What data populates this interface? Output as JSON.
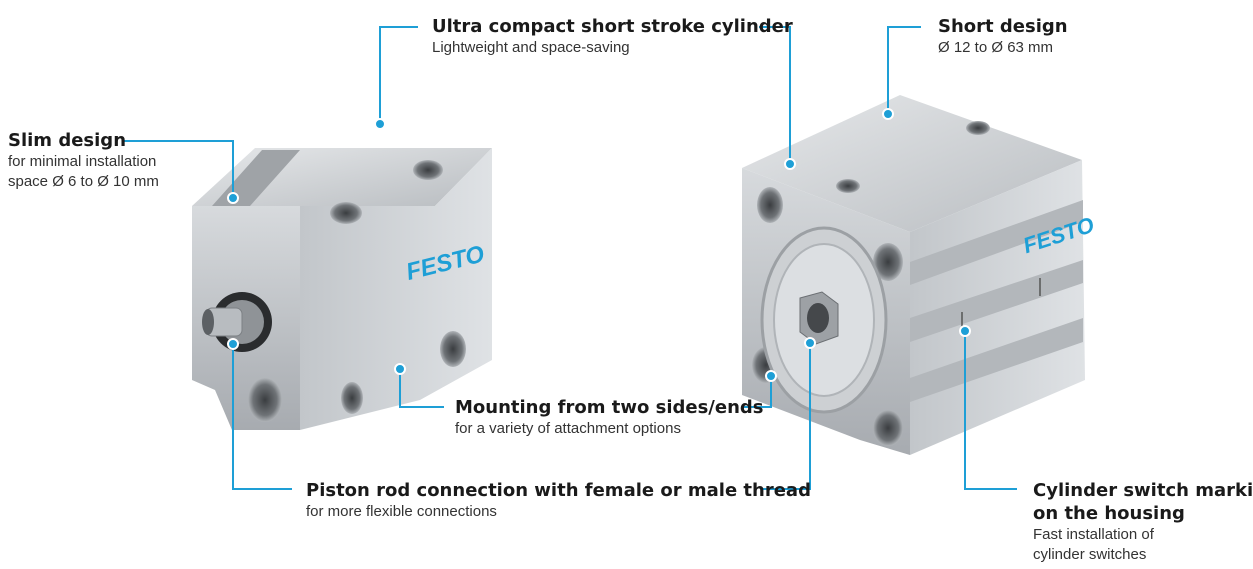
{
  "colors": {
    "callout_line": "#1e9fd6",
    "brand_text": "#1e9fd6",
    "housing": "#c9ccd0",
    "text": "#1a1a1a"
  },
  "brand": "FESTO",
  "callouts": {
    "ultra_compact": {
      "title": "Ultra compact short stroke cylinder",
      "subtitle": "Lightweight and space-saving"
    },
    "short_design": {
      "title": "Short design",
      "subtitle": "Ø 12 to Ø 63 mm"
    },
    "slim_design": {
      "title": "Slim design",
      "subtitle_line1": "for minimal installation",
      "subtitle_line2": "space Ø 6 to Ø 10 mm"
    },
    "mounting": {
      "title": "Mounting from two sides/ends",
      "subtitle": "for a variety of attachment options"
    },
    "piston_rod": {
      "title": "Piston rod connection with female or male thread",
      "subtitle": "for more flexible connections"
    },
    "switch_marking": {
      "title_line1": "Cylinder switch marking",
      "title_line2": "on the housing",
      "subtitle_line1": "Fast installation of",
      "subtitle_line2": "cylinder switches"
    }
  }
}
